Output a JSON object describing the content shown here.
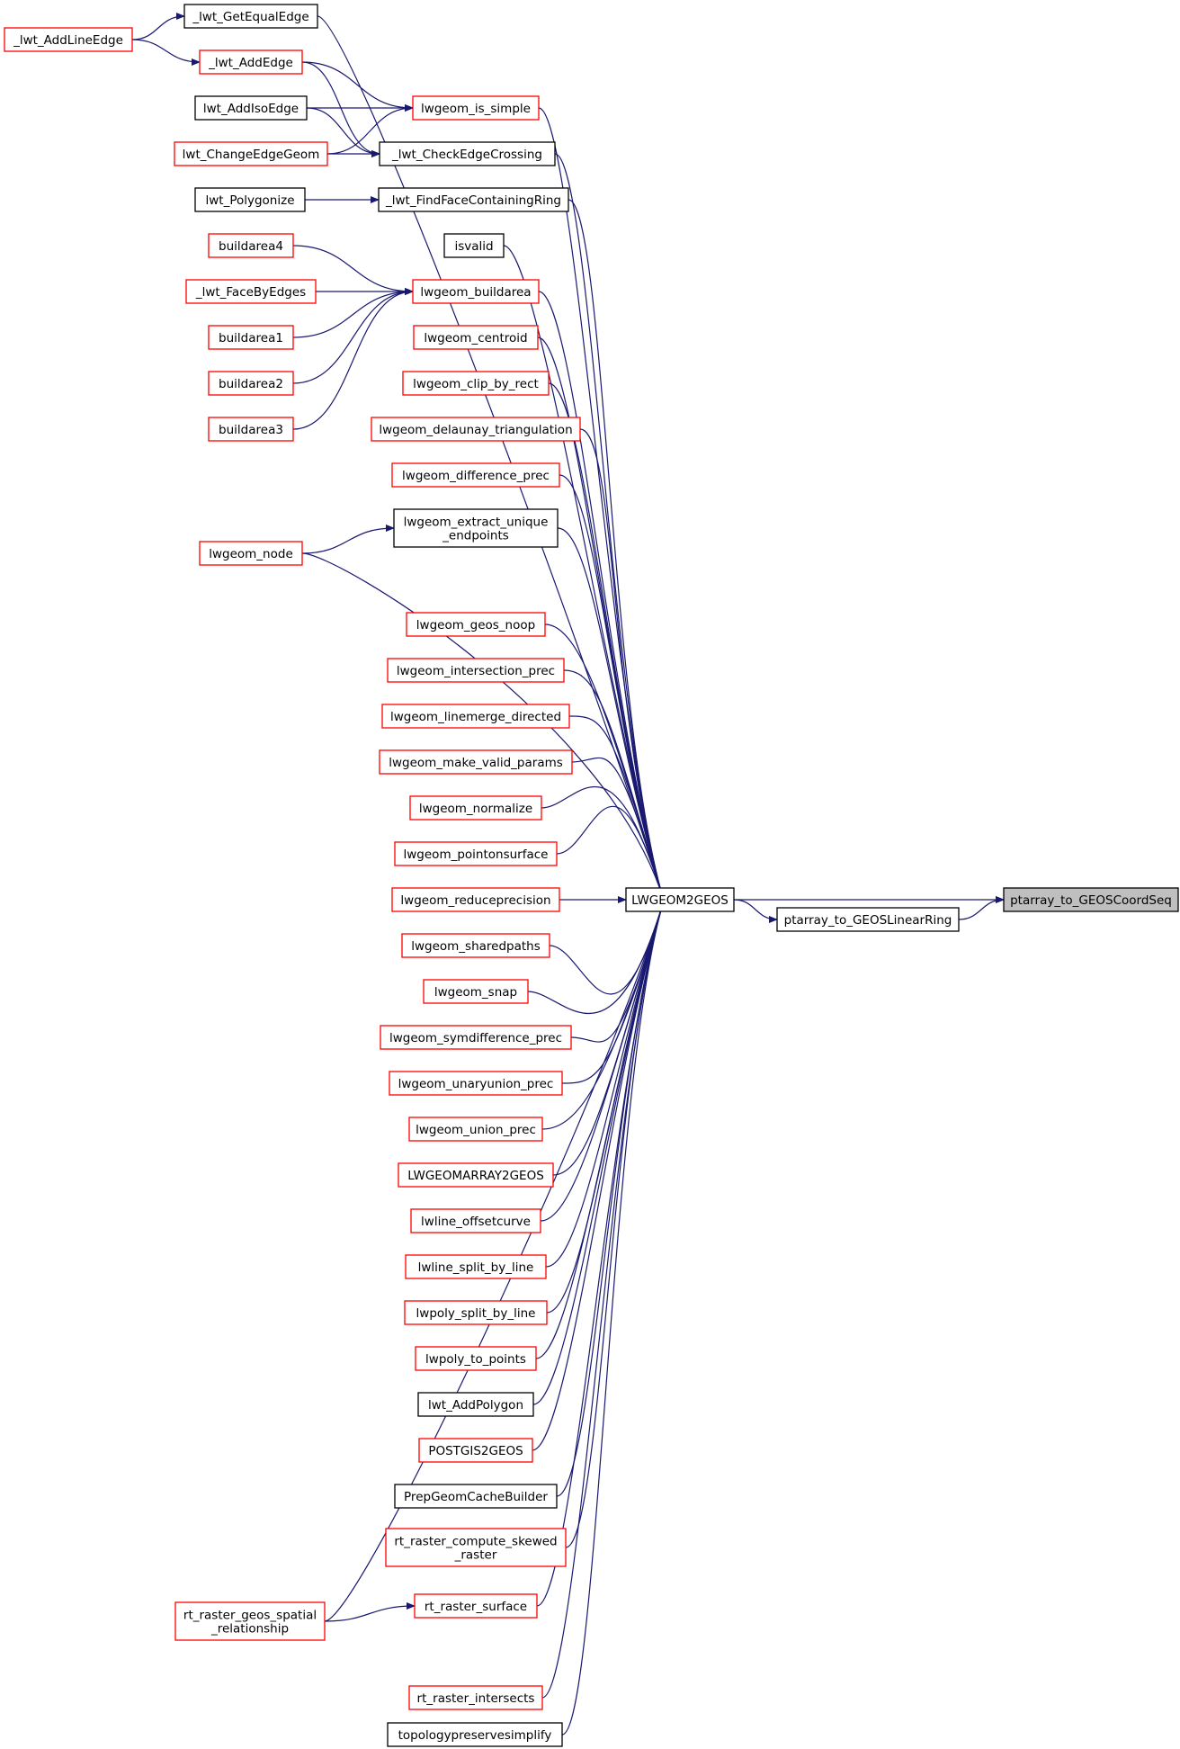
{
  "colors": {
    "edge": "#191970",
    "node_border_black": "#000000",
    "node_border_red": "#ff0000",
    "focus_fill": "#bfbfbf",
    "node_fill": "#ffffff"
  },
  "nodes": [
    {
      "id": "n_AddLineEdge",
      "lines": [
        "_lwt_AddLineEdge"
      ],
      "border": "red"
    },
    {
      "id": "n_GetEqualEdge",
      "lines": [
        "_lwt_GetEqualEdge"
      ],
      "border": "black"
    },
    {
      "id": "n_AddEdge",
      "lines": [
        "_lwt_AddEdge"
      ],
      "border": "red"
    },
    {
      "id": "n_AddIsoEdge",
      "lines": [
        "lwt_AddIsoEdge"
      ],
      "border": "black"
    },
    {
      "id": "n_ChangeEdgeGeom",
      "lines": [
        "lwt_ChangeEdgeGeom"
      ],
      "border": "red"
    },
    {
      "id": "n_is_simple",
      "lines": [
        "lwgeom_is_simple"
      ],
      "border": "red"
    },
    {
      "id": "n_CheckEdgeCrossing",
      "lines": [
        "_lwt_CheckEdgeCrossing"
      ],
      "border": "black"
    },
    {
      "id": "n_Polygonize",
      "lines": [
        "lwt_Polygonize"
      ],
      "border": "black"
    },
    {
      "id": "n_FindFace",
      "lines": [
        "_lwt_FindFaceContainingRing"
      ],
      "border": "black"
    },
    {
      "id": "n_isvalid",
      "lines": [
        "isvalid"
      ],
      "border": "black"
    },
    {
      "id": "n_buildarea4",
      "lines": [
        "buildarea4"
      ],
      "border": "red"
    },
    {
      "id": "n_FaceByEdges",
      "lines": [
        "_lwt_FaceByEdges"
      ],
      "border": "red"
    },
    {
      "id": "n_buildarea1",
      "lines": [
        "buildarea1"
      ],
      "border": "red"
    },
    {
      "id": "n_buildarea2",
      "lines": [
        "buildarea2"
      ],
      "border": "red"
    },
    {
      "id": "n_buildarea3",
      "lines": [
        "buildarea3"
      ],
      "border": "red"
    },
    {
      "id": "n_buildarea",
      "lines": [
        "lwgeom_buildarea"
      ],
      "border": "red"
    },
    {
      "id": "n_centroid",
      "lines": [
        "lwgeom_centroid"
      ],
      "border": "red"
    },
    {
      "id": "n_clip",
      "lines": [
        "lwgeom_clip_by_rect"
      ],
      "border": "red"
    },
    {
      "id": "n_delaunay",
      "lines": [
        "lwgeom_delaunay_triangulation"
      ],
      "border": "red"
    },
    {
      "id": "n_difference",
      "lines": [
        "lwgeom_difference_prec"
      ],
      "border": "red"
    },
    {
      "id": "n_extract",
      "lines": [
        "lwgeom_extract_unique",
        "_endpoints"
      ],
      "border": "black"
    },
    {
      "id": "n_node",
      "lines": [
        "lwgeom_node"
      ],
      "border": "red"
    },
    {
      "id": "n_noop",
      "lines": [
        "lwgeom_geos_noop"
      ],
      "border": "red"
    },
    {
      "id": "n_intersection",
      "lines": [
        "lwgeom_intersection_prec"
      ],
      "border": "red"
    },
    {
      "id": "n_linemerge",
      "lines": [
        "lwgeom_linemerge_directed"
      ],
      "border": "red"
    },
    {
      "id": "n_makevalid",
      "lines": [
        "lwgeom_make_valid_params"
      ],
      "border": "red"
    },
    {
      "id": "n_normalize",
      "lines": [
        "lwgeom_normalize"
      ],
      "border": "red"
    },
    {
      "id": "n_pointonsurface",
      "lines": [
        "lwgeom_pointonsurface"
      ],
      "border": "red"
    },
    {
      "id": "n_reduceprecision",
      "lines": [
        "lwgeom_reduceprecision"
      ],
      "border": "red"
    },
    {
      "id": "n_sharedpaths",
      "lines": [
        "lwgeom_sharedpaths"
      ],
      "border": "red"
    },
    {
      "id": "n_snap",
      "lines": [
        "lwgeom_snap"
      ],
      "border": "red"
    },
    {
      "id": "n_symdifference",
      "lines": [
        "lwgeom_symdifference_prec"
      ],
      "border": "red"
    },
    {
      "id": "n_unaryunion",
      "lines": [
        "lwgeom_unaryunion_prec"
      ],
      "border": "red"
    },
    {
      "id": "n_union",
      "lines": [
        "lwgeom_union_prec"
      ],
      "border": "red"
    },
    {
      "id": "n_array2geos",
      "lines": [
        "LWGEOMARRAY2GEOS"
      ],
      "border": "red"
    },
    {
      "id": "n_offsetcurve",
      "lines": [
        "lwline_offsetcurve"
      ],
      "border": "red"
    },
    {
      "id": "n_line_split",
      "lines": [
        "lwline_split_by_line"
      ],
      "border": "red"
    },
    {
      "id": "n_poly_split",
      "lines": [
        "lwpoly_split_by_line"
      ],
      "border": "red"
    },
    {
      "id": "n_poly_points",
      "lines": [
        "lwpoly_to_points"
      ],
      "border": "red"
    },
    {
      "id": "n_AddPolygon",
      "lines": [
        "lwt_AddPolygon"
      ],
      "border": "black"
    },
    {
      "id": "n_postgis2geos",
      "lines": [
        "POSTGIS2GEOS"
      ],
      "border": "red"
    },
    {
      "id": "n_prepgeom",
      "lines": [
        "PrepGeomCacheBuilder"
      ],
      "border": "black"
    },
    {
      "id": "n_skewed",
      "lines": [
        "rt_raster_compute_skewed",
        "_raster"
      ],
      "border": "red"
    },
    {
      "id": "n_surface",
      "lines": [
        "rt_raster_surface"
      ],
      "border": "red"
    },
    {
      "id": "n_spatialrel",
      "lines": [
        "rt_raster_geos_spatial",
        "_relationship"
      ],
      "border": "red"
    },
    {
      "id": "n_intersects",
      "lines": [
        "rt_raster_intersects"
      ],
      "border": "red"
    },
    {
      "id": "n_topo",
      "lines": [
        "topologypreservesimplify"
      ],
      "border": "black"
    },
    {
      "id": "n_lwgeom2geos",
      "lines": [
        "LWGEOM2GEOS"
      ],
      "border": "black"
    },
    {
      "id": "n_linearring",
      "lines": [
        "ptarray_to_GEOSLinearRing"
      ],
      "border": "black"
    },
    {
      "id": "n_coordseq",
      "lines": [
        "ptarray_to_GEOSCoordSeq"
      ],
      "border": "black",
      "focus": true
    }
  ],
  "edges": [
    [
      "n_GetEqualEdge",
      "n_AddLineEdge"
    ],
    [
      "n_AddEdge",
      "n_AddLineEdge"
    ],
    [
      "n_is_simple",
      "n_AddEdge"
    ],
    [
      "n_is_simple",
      "n_AddIsoEdge"
    ],
    [
      "n_is_simple",
      "n_ChangeEdgeGeom"
    ],
    [
      "n_CheckEdgeCrossing",
      "n_AddEdge"
    ],
    [
      "n_CheckEdgeCrossing",
      "n_AddIsoEdge"
    ],
    [
      "n_CheckEdgeCrossing",
      "n_ChangeEdgeGeom"
    ],
    [
      "n_FindFace",
      "n_Polygonize"
    ],
    [
      "n_buildarea",
      "n_buildarea4"
    ],
    [
      "n_buildarea",
      "n_FaceByEdges"
    ],
    [
      "n_buildarea",
      "n_buildarea1"
    ],
    [
      "n_buildarea",
      "n_buildarea2"
    ],
    [
      "n_buildarea",
      "n_buildarea3"
    ],
    [
      "n_extract",
      "n_node"
    ],
    [
      "n_surface",
      "n_spatialrel"
    ],
    [
      "n_lwgeom2geos",
      "n_GetEqualEdge"
    ],
    [
      "n_lwgeom2geos",
      "n_is_simple"
    ],
    [
      "n_lwgeom2geos",
      "n_CheckEdgeCrossing"
    ],
    [
      "n_lwgeom2geos",
      "n_FindFace"
    ],
    [
      "n_lwgeom2geos",
      "n_isvalid"
    ],
    [
      "n_lwgeom2geos",
      "n_buildarea"
    ],
    [
      "n_lwgeom2geos",
      "n_centroid"
    ],
    [
      "n_lwgeom2geos",
      "n_clip"
    ],
    [
      "n_lwgeom2geos",
      "n_delaunay"
    ],
    [
      "n_lwgeom2geos",
      "n_difference"
    ],
    [
      "n_lwgeom2geos",
      "n_extract"
    ],
    [
      "n_lwgeom2geos",
      "n_node"
    ],
    [
      "n_lwgeom2geos",
      "n_noop"
    ],
    [
      "n_lwgeom2geos",
      "n_intersection"
    ],
    [
      "n_lwgeom2geos",
      "n_linemerge"
    ],
    [
      "n_lwgeom2geos",
      "n_makevalid"
    ],
    [
      "n_lwgeom2geos",
      "n_normalize"
    ],
    [
      "n_lwgeom2geos",
      "n_pointonsurface"
    ],
    [
      "n_lwgeom2geos",
      "n_reduceprecision"
    ],
    [
      "n_lwgeom2geos",
      "n_sharedpaths"
    ],
    [
      "n_lwgeom2geos",
      "n_snap"
    ],
    [
      "n_lwgeom2geos",
      "n_symdifference"
    ],
    [
      "n_lwgeom2geos",
      "n_unaryunion"
    ],
    [
      "n_lwgeom2geos",
      "n_union"
    ],
    [
      "n_lwgeom2geos",
      "n_array2geos"
    ],
    [
      "n_lwgeom2geos",
      "n_offsetcurve"
    ],
    [
      "n_lwgeom2geos",
      "n_line_split"
    ],
    [
      "n_lwgeom2geos",
      "n_poly_split"
    ],
    [
      "n_lwgeom2geos",
      "n_poly_points"
    ],
    [
      "n_lwgeom2geos",
      "n_AddPolygon"
    ],
    [
      "n_lwgeom2geos",
      "n_postgis2geos"
    ],
    [
      "n_lwgeom2geos",
      "n_prepgeom"
    ],
    [
      "n_lwgeom2geos",
      "n_skewed"
    ],
    [
      "n_lwgeom2geos",
      "n_surface"
    ],
    [
      "n_lwgeom2geos",
      "n_spatialrel"
    ],
    [
      "n_lwgeom2geos",
      "n_intersects"
    ],
    [
      "n_lwgeom2geos",
      "n_topo"
    ],
    [
      "n_coordseq",
      "n_lwgeom2geos"
    ],
    [
      "n_coordseq",
      "n_linearring"
    ],
    [
      "n_linearring",
      "n_lwgeom2geos"
    ]
  ]
}
